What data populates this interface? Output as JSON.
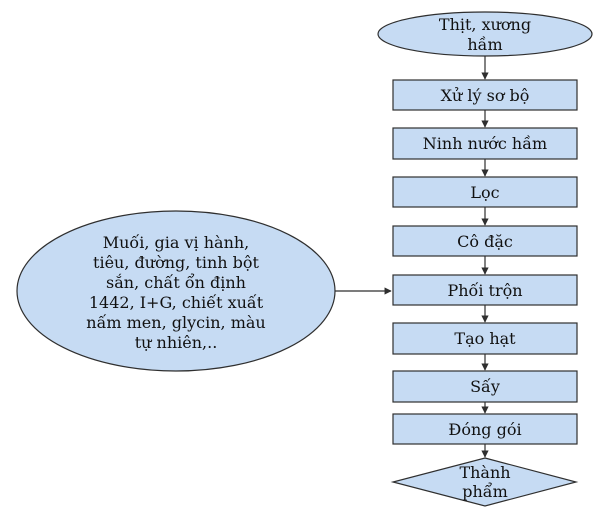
{
  "diagram": {
    "start": {
      "lines": [
        "Thịt, xương",
        "hầm"
      ]
    },
    "steps": [
      {
        "label": "Xử lý sơ bộ"
      },
      {
        "label": "Ninh nước hầm"
      },
      {
        "label": "Lọc"
      },
      {
        "label": "Cô đặc"
      },
      {
        "label": "Phối trộn"
      },
      {
        "label": "Tạo hạt"
      },
      {
        "label": "Sấy"
      },
      {
        "label": "Đóng gói"
      }
    ],
    "end": {
      "lines": [
        "Thành",
        "phẩm"
      ]
    },
    "input": {
      "lines": [
        "Muối, gia vị hành,",
        "tiêu, đường, tinh bột",
        "sắn, chất ổn định",
        "1442, I+G, chiết xuất",
        "nấm men, glycin, màu",
        "tự nhiên,.."
      ]
    }
  }
}
